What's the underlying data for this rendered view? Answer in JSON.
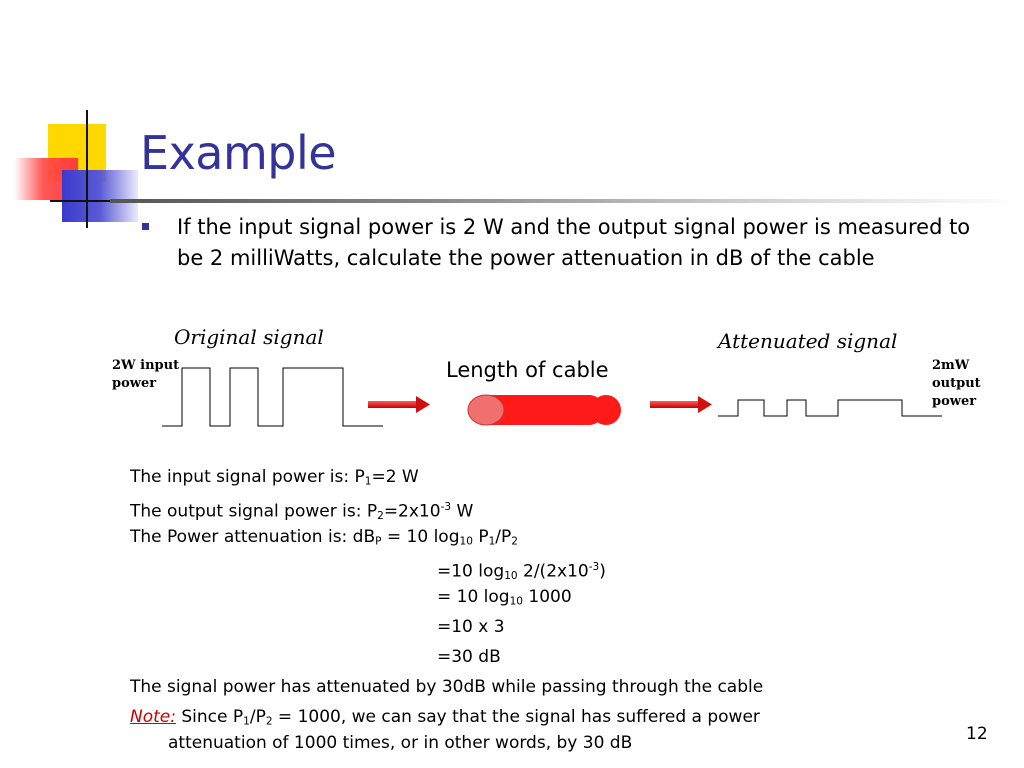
{
  "slide": {
    "title": "Example",
    "bullet": "If the input signal power is 2 W and the output signal power is measured to be 2 milliWatts, calculate the power attenuation in dB of the cable",
    "page_number": "12"
  },
  "diagram": {
    "original_label": "Original signal",
    "attenuated_label": "Attenuated signal",
    "input_label_1": "2W input",
    "input_label_2": "power",
    "cable_label": "Length of cable",
    "output_label_1": "2mW",
    "output_label_2": "output",
    "output_label_3": "power",
    "colors": {
      "arrow": "#e31b1b",
      "cable": "#ff1a1a",
      "cable_end": "#f06a6a"
    }
  },
  "calc": {
    "l1_prefix": "The input signal power is: P",
    "l1_sub": "1",
    "l1_rest": "=2 W",
    "l2_prefix": "The output signal power is: P",
    "l2_sub": "2",
    "l2_mid": "=2x10",
    "l2_sup": "-3",
    "l2_rest": " W",
    "l3_prefix": "The Power attenuation is: dB",
    "l3_sub_p": "P",
    "l3_mid": " = 10 log",
    "l3_sub10": "10",
    "l3_p": " P",
    "l3_sub1": "1",
    "l3_slash": "/P",
    "l3_sub2": "2",
    "l4_a": "=10 log",
    "l4_sub": "10",
    "l4_b": " 2/(2x10",
    "l4_sup": "-3",
    "l4_c": ")",
    "l5_a": "= 10 log",
    "l5_sub": "10",
    "l5_b": " 1000",
    "l6": "=10 x 3",
    "l7": "=30 dB",
    "l8": "The signal power has attenuated by 30dB while passing through the cable",
    "note_word": "Note:",
    "note_a": " Since P",
    "note_sub1": "1",
    "note_b": "/P",
    "note_sub2": "2",
    "note_c": " = 1000, we can say that the signal has suffered a power",
    "note_line2": "attenuation of 1000 times, or in other words, by 30 dB"
  }
}
